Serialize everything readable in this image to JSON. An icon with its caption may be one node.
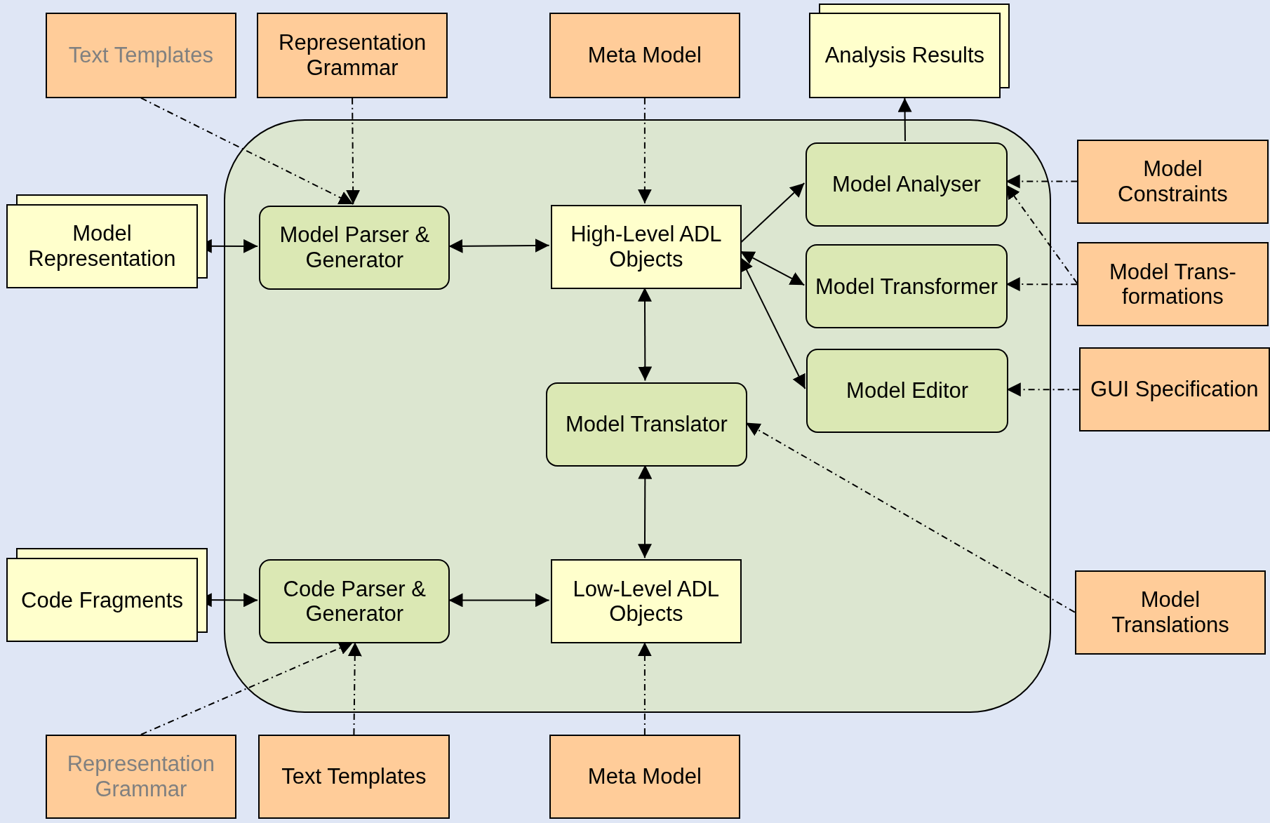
{
  "diagram": {
    "nodes": [
      {
        "text": [
          "Text Templates"
        ]
      },
      {
        "text": [
          "Representation Grammar"
        ]
      },
      {
        "text": [
          "Meta Model"
        ]
      },
      {
        "text": [
          "Analysis Results"
        ]
      },
      {
        "text": [],
        "shape": "box"
      },
      {
        "text": [
          "Model Parser & Generator"
        ],
        "in": 4
      },
      {
        "text": [
          "High-Level ADL Objects"
        ],
        "in": 4
      },
      {
        "text": [
          "Model Analyser"
        ],
        "in": 4
      },
      {
        "text": [
          "Model Transformer"
        ],
        "in": 4
      },
      {
        "text": [
          "Model Editor"
        ],
        "in": 4
      },
      {
        "text": [
          "Model Translator"
        ],
        "in": 4
      },
      {
        "text": [
          "Code Parser & Generator"
        ],
        "in": 4
      },
      {
        "text": [
          "Low-Level ADL Objects"
        ],
        "in": 4
      },
      {
        "text": [
          "Model Representation"
        ]
      },
      {
        "text": [
          "Model Constraints"
        ]
      },
      {
        "text": [
          "Model Trans- formations"
        ]
      },
      {
        "text": [
          "GUI Specification"
        ]
      },
      {
        "text": [
          "Code Fragments"
        ]
      },
      {
        "text": [
          "Model Translations"
        ]
      },
      {
        "text": [
          "Representation Grammar"
        ]
      },
      {
        "text": [
          "Text Templates"
        ]
      },
      {
        "text": [
          "Meta Model"
        ]
      }
    ],
    "edges": [
      {
        "from": 0,
        "to": 5,
        "arrow": "to",
        "style": "dashed"
      },
      {
        "from": 1,
        "to": 5,
        "arrow": "to",
        "style": "dashed"
      },
      {
        "from": 2,
        "to": 6,
        "arrow": "to",
        "style": "dashed"
      },
      {
        "from": 7,
        "to": 3,
        "arrow": "to"
      },
      {
        "from": 13,
        "to": 5,
        "arrow": "both"
      },
      {
        "from": 5,
        "to": 6,
        "arrow": "both"
      },
      {
        "from": 6,
        "to": 7,
        "arrow": "to"
      },
      {
        "from": 6,
        "to": 8,
        "arrow": "both"
      },
      {
        "from": 6,
        "to": 9,
        "arrow": "both"
      },
      {
        "from": 6,
        "to": 10,
        "arrow": "both"
      },
      {
        "from": 14,
        "to": 7,
        "arrow": "to",
        "style": "dashed"
      },
      {
        "from": 15,
        "to": 7,
        "arrow": "to",
        "style": "dashed"
      },
      {
        "from": 15,
        "to": 8,
        "arrow": "to",
        "style": "dashed"
      },
      {
        "from": 16,
        "to": 9,
        "arrow": "to",
        "style": "dashed"
      },
      {
        "from": 18,
        "to": 10,
        "arrow": "to",
        "style": "dashed"
      },
      {
        "from": 17,
        "to": 11,
        "arrow": "both"
      },
      {
        "from": 11,
        "to": 12,
        "arrow": "both"
      },
      {
        "from": 10,
        "to": 12,
        "arrow": "both"
      },
      {
        "from": 19,
        "to": 11,
        "arrow": "to",
        "style": "dashed"
      },
      {
        "from": 20,
        "to": 11,
        "arrow": "to",
        "style": "dashed"
      },
      {
        "from": 21,
        "to": 12,
        "arrow": "to",
        "style": "dashed"
      }
    ]
  }
}
